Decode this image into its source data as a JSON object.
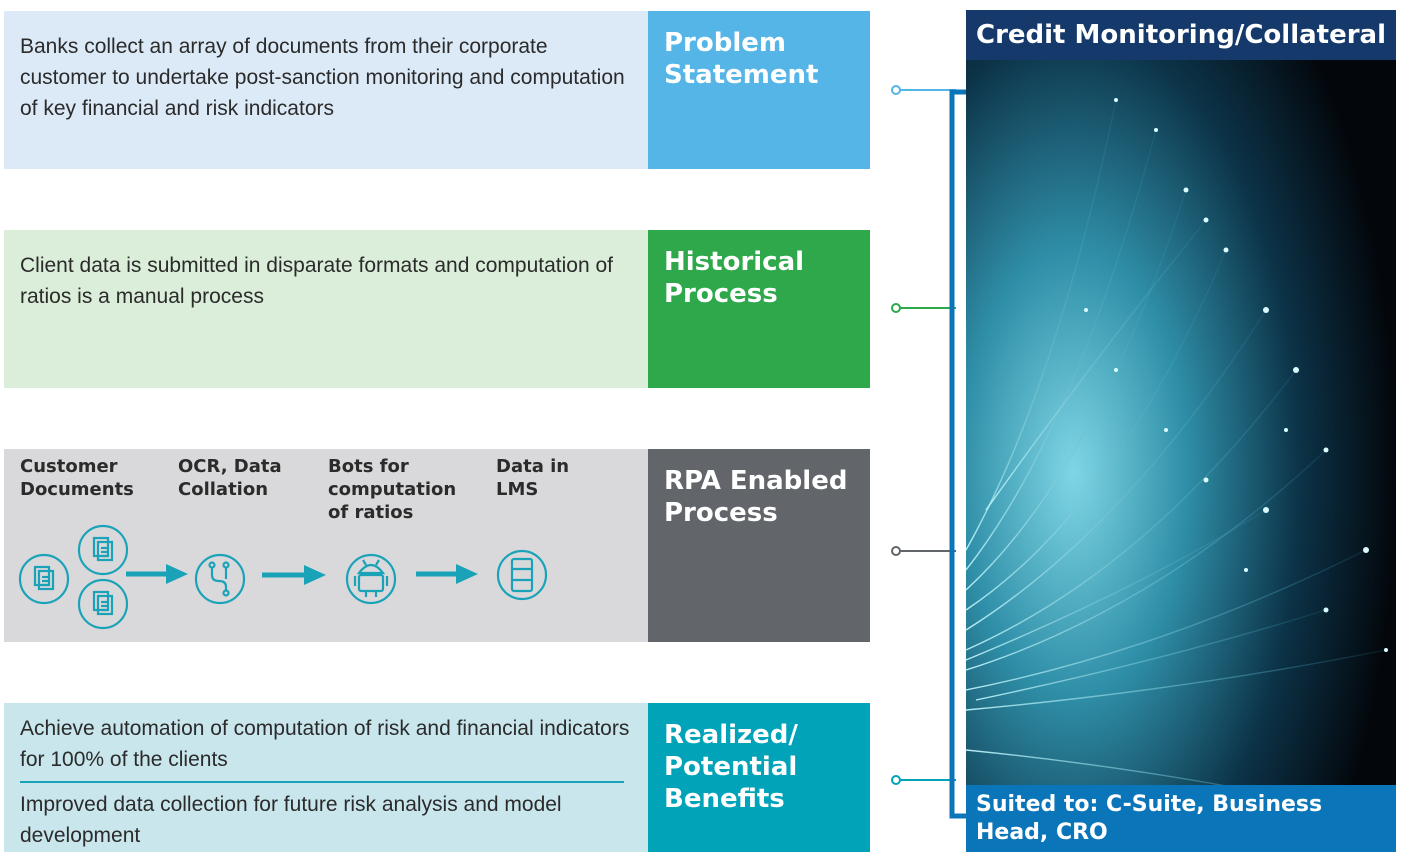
{
  "rows": {
    "problem": {
      "text": "Banks collect an array of documents from their corporate customer to undertake post-sanction monitoring and computation of key financial and risk indicators",
      "label": "Problem Statement"
    },
    "historical": {
      "text": "Client data is submitted in disparate formats and computation of ratios is a manual process",
      "label": "Historical Process"
    },
    "rpa": {
      "label": "RPA Enabled Process",
      "steps": [
        {
          "label": "Customer Documents",
          "icon": "documents-icon"
        },
        {
          "label": "OCR, Data Collation",
          "icon": "data-merge-icon"
        },
        {
          "label": "Bots for computation of ratios",
          "icon": "android-bot-icon"
        },
        {
          "label": "Data in LMS",
          "icon": "database-icon"
        }
      ]
    },
    "benefits": {
      "label": "Realized/ Potential Benefits",
      "items": [
        "Achieve automation of computation of risk and financial indicators for 100% of the clients",
        "Improved data collection for future risk analysis and model development"
      ]
    }
  },
  "sidebar": {
    "title": "Credit Monitoring/Collateral",
    "footer": "Suited to: C-Suite, Business Head, CRO",
    "image": "fiber-optic-strands-image"
  },
  "colors": {
    "problem_label": "#56b5e7",
    "historical_label": "#2ea84a",
    "rpa_label": "#62666b",
    "benefits_label": "#00a3b7",
    "accent_teal": "#1aa3b8",
    "title_navy": "#15396b",
    "footer_blue": "#0b75ba"
  }
}
